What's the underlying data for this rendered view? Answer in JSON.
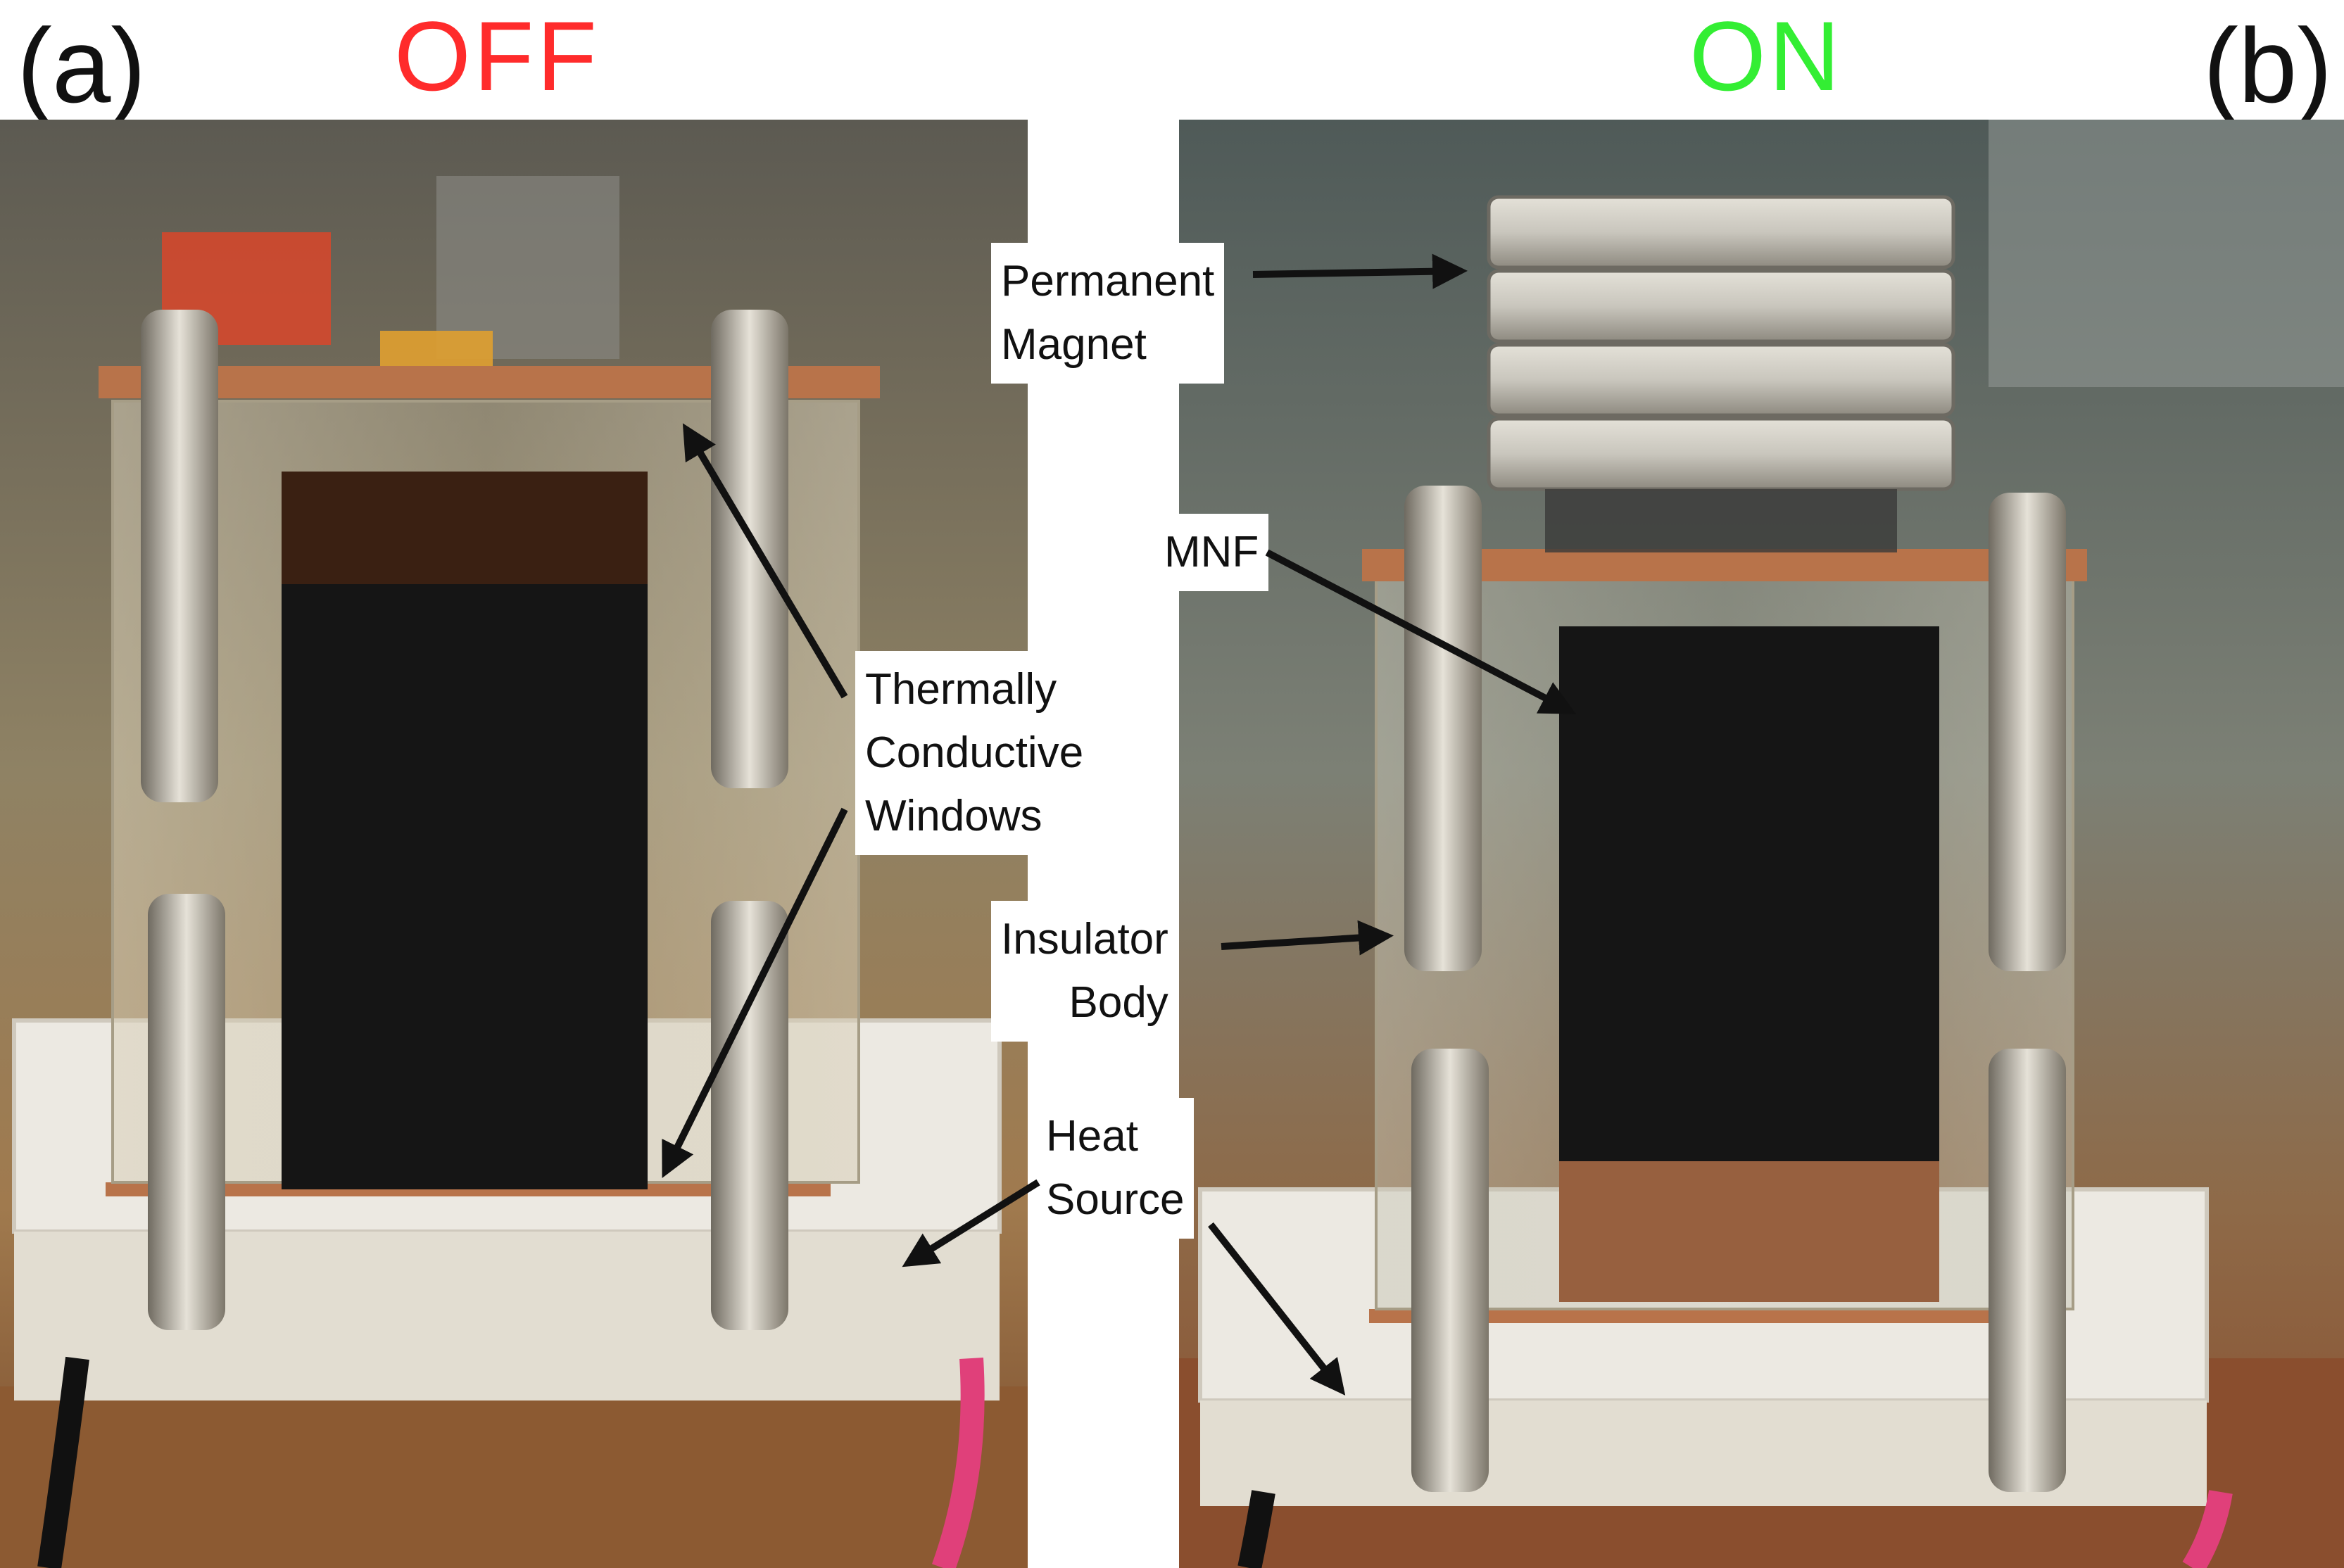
{
  "panels": [
    {
      "letter": "(a)",
      "state": "OFF",
      "state_color": "#ff2b2b"
    },
    {
      "letter": "(b)",
      "state": "ON",
      "state_color": "#33ee33"
    }
  ],
  "annotations": {
    "windows": [
      "Thermally",
      "Conductive",
      "Windows"
    ],
    "magnet": [
      "Permanent",
      "Magnet"
    ],
    "mnf": "MNF",
    "insulator": [
      "Insulator",
      "Body"
    ],
    "heat": [
      "Heat",
      "Source"
    ]
  },
  "colors": {
    "copper": "#b8734a",
    "ferrofluid": "#151515",
    "ceramic": "#ece9e2",
    "magnet": "#c9c6bd",
    "wood": "#8c5a32",
    "wire_red": "#e0407a",
    "wire_black": "#111111"
  }
}
